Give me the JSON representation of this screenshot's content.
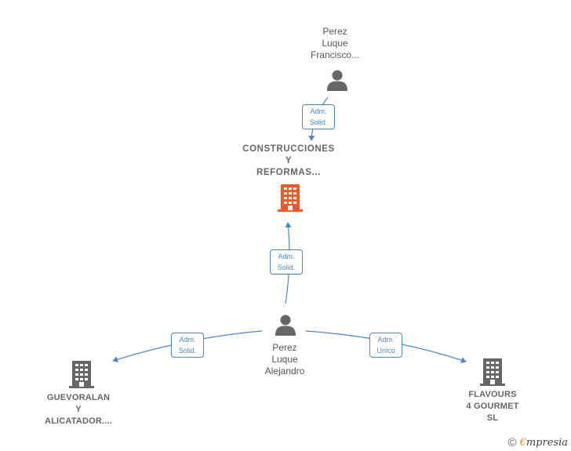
{
  "nodes": {
    "top_person": {
      "lines": [
        "Perez",
        "Luque",
        "Francisco..."
      ],
      "icon": "person-icon"
    },
    "main_company": {
      "lines": [
        "CONSTRUCCIONES",
        "Y",
        "REFORMAS..."
      ],
      "icon": "building-icon",
      "color": "#f05a2a"
    },
    "center_person": {
      "lines": [
        "Perez",
        "Luque",
        "Alejandro"
      ],
      "icon": "person-icon"
    },
    "left_company": {
      "lines": [
        "GUEVORALAN",
        "Y",
        "ALICATADOR...."
      ],
      "icon": "building-icon"
    },
    "right_company": {
      "lines": [
        "FLAVOURS",
        "4 GOURMET",
        "SL"
      ],
      "icon": "building-icon"
    }
  },
  "edges": {
    "top_to_main": [
      "Adm.",
      "Solid."
    ],
    "center_to_main": [
      "Adm.",
      "Solid."
    ],
    "center_to_left": [
      "Adm.",
      "Solid."
    ],
    "center_to_right": [
      "Adm.",
      "Unico"
    ]
  },
  "colors": {
    "edge": "#4a86d0",
    "icon_gray": "#666666",
    "main_company": "#f05a2a"
  },
  "watermark": {
    "copyright": "©",
    "brand_initial": "€",
    "brand_rest": "mpresia"
  }
}
